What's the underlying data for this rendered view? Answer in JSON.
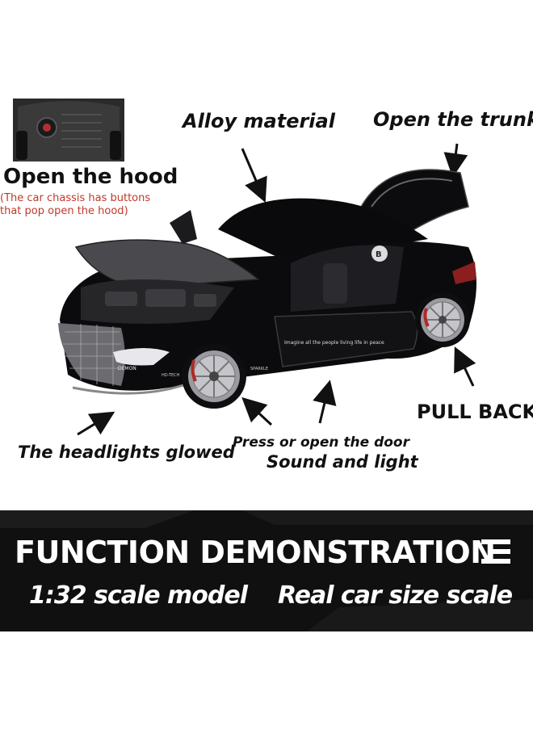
{
  "callouts": {
    "alloy": "Alloy material",
    "trunk": "Open the trunk",
    "hood": "Open the hood",
    "hood_note_line1": "(The car chassis has buttons",
    "hood_note_line2": "that pop open the hood)",
    "pull_back": "PULL BACK",
    "headlights": "The headlights glowed",
    "door_line1": "Press or open the door",
    "door_line2": "Sound and light"
  },
  "car": {
    "door_text": "Imagine all the people living life in peace",
    "badge_demon": "DEMON",
    "badge_tech": "HD-TECH",
    "badge_sparkle": "SPARKLE"
  },
  "banner": {
    "title": "FUNCTION DEMONSTRATION",
    "subtitle_left": "1:32 scale model",
    "subtitle_right": "Real car size scale"
  },
  "icons": {
    "menu": "menu-icon",
    "arrow": "arrow-icon"
  },
  "colors": {
    "background": "#ffffff",
    "banner": "#101010",
    "text": "#111111",
    "note_red": "#c0392b",
    "car_body": "#0b0b0d"
  }
}
